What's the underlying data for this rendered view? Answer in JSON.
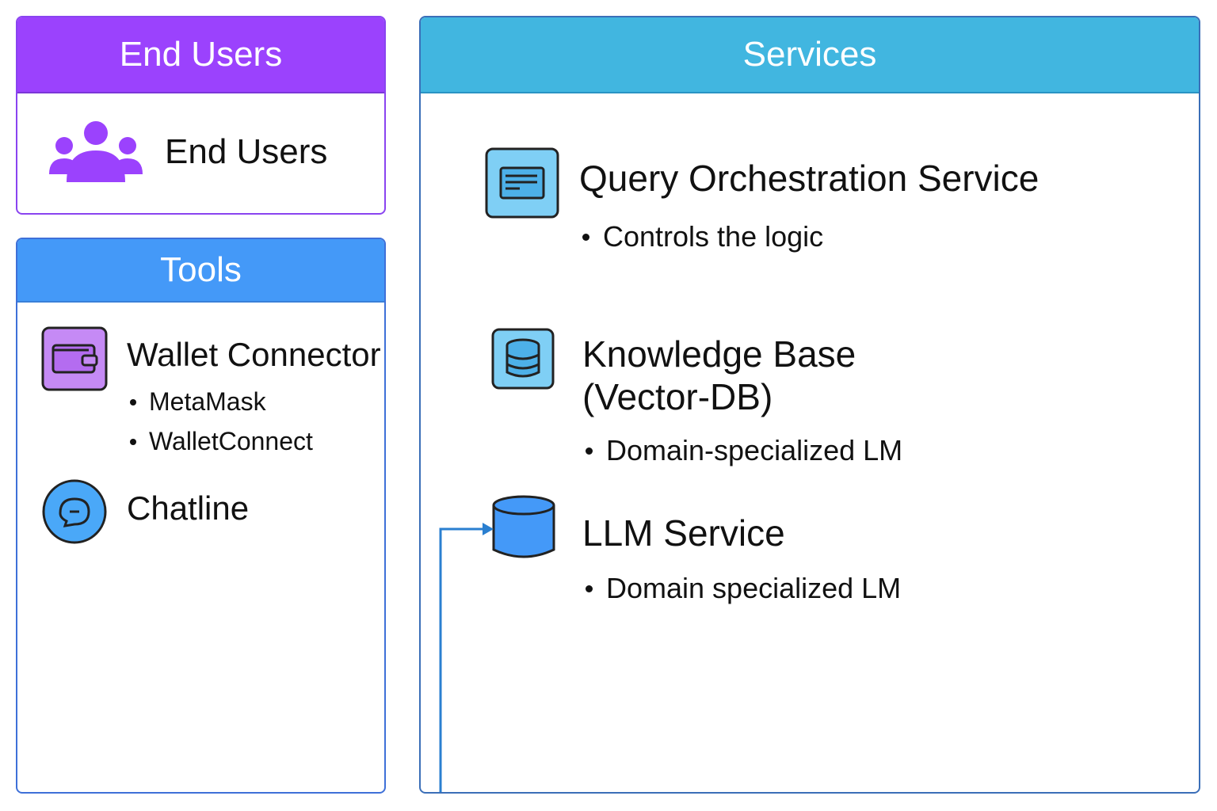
{
  "end_users_panel": {
    "header": "End Users",
    "label": "End Users",
    "icon": "users-icon",
    "accent": "#9b42fd"
  },
  "tools_panel": {
    "header": "Tools",
    "accent": "#4499f8",
    "wallet": {
      "title": "Wallet Connector",
      "icon": "wallet-icon",
      "items": [
        "MetaMask",
        "WalletConnect"
      ]
    },
    "chat": {
      "title": "Chatline",
      "icon": "chat-bubble-icon"
    }
  },
  "services_panel": {
    "header": "Services",
    "accent": "#41b6e0",
    "orchestration": {
      "title": "Query Orchestration Service",
      "icon": "window-icon",
      "items": [
        "Controls the logic"
      ]
    },
    "knowledge": {
      "title_line1": "Knowledge Base",
      "title_line2": "(Vector-DB)",
      "icon": "database-icon",
      "items": [
        "Domain-specialized LM"
      ]
    },
    "llm": {
      "title": "LLM Service",
      "icon": "cylinder-icon",
      "items": [
        "Domain specialized LM"
      ]
    }
  }
}
